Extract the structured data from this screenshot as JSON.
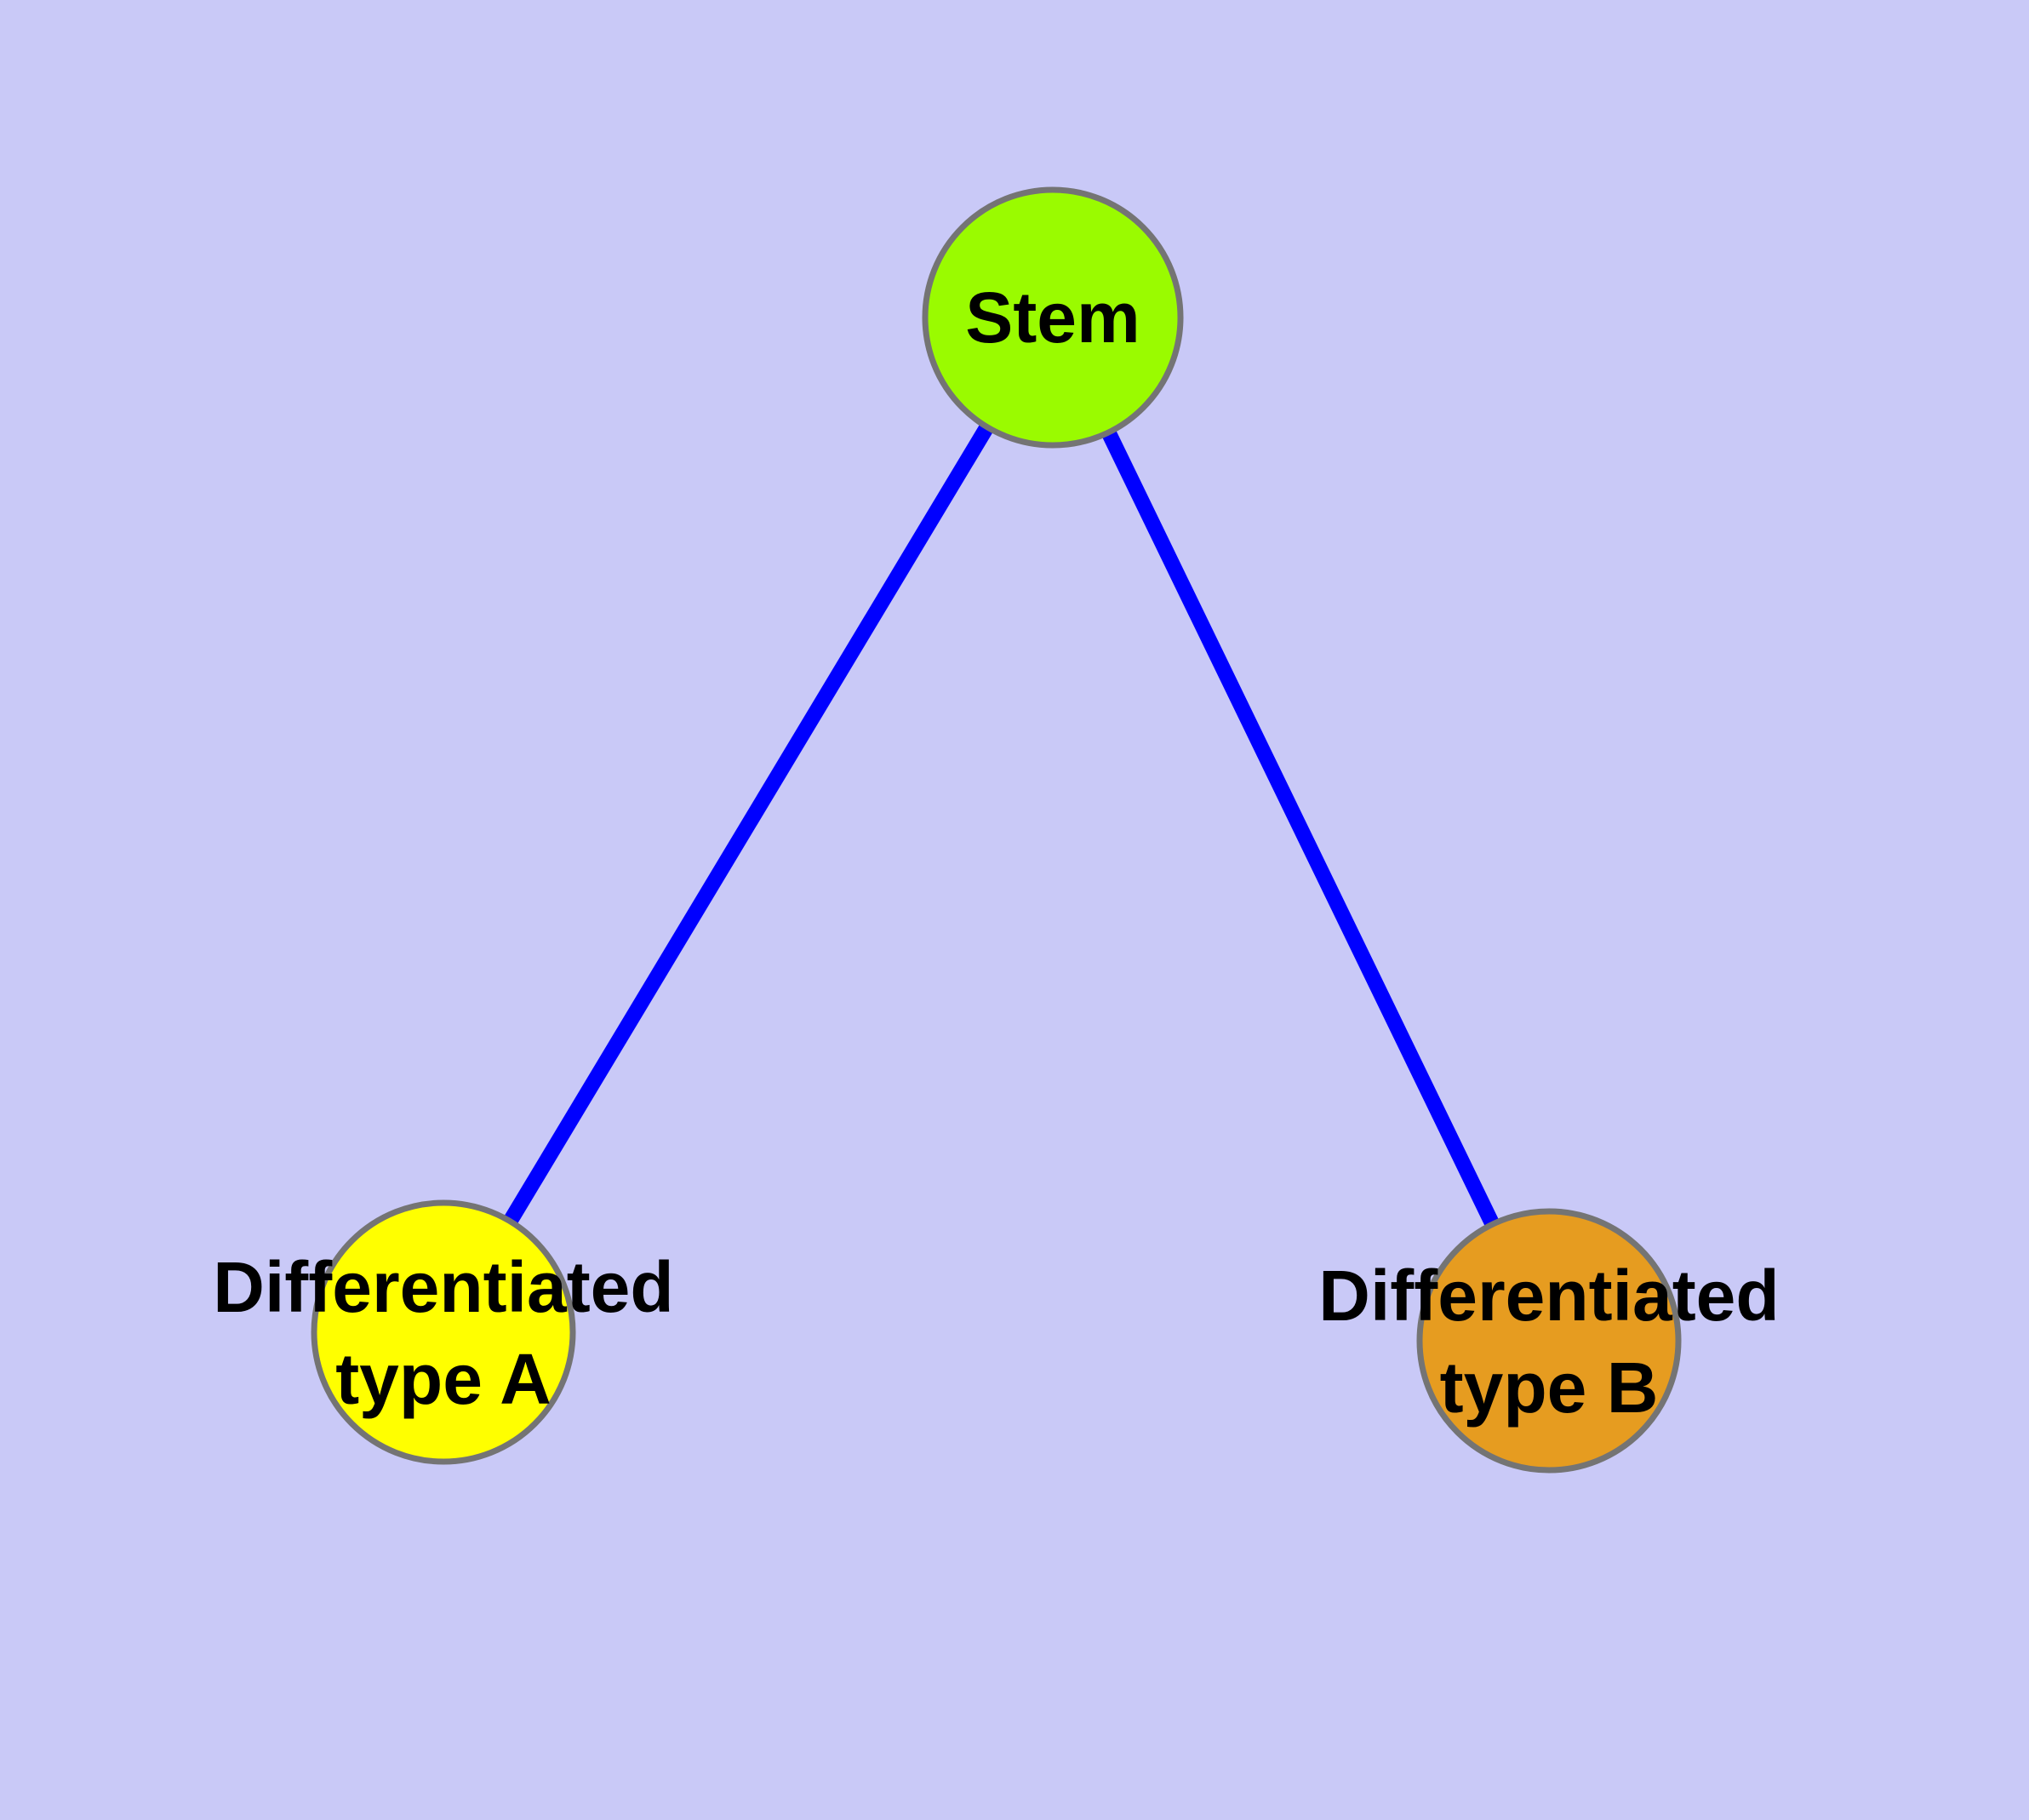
{
  "diagram": {
    "title": "",
    "background_color": "#C9C9F7",
    "edge_color": "#0000FF",
    "node_stroke_color": "#747474",
    "text_color": "#000000",
    "nodes": [
      {
        "id": "stem",
        "label": "Stem",
        "fill": "#9AFB00"
      },
      {
        "id": "differentiated-type-a",
        "label_line1": "Differentiated",
        "label_line2": "type A",
        "fill": "#FFFF00"
      },
      {
        "id": "differentiated-type-b",
        "label_line1": "Differentiated",
        "label_line2": "type B",
        "fill": "#E69C20"
      }
    ],
    "edges": [
      {
        "from": "stem",
        "to": "differentiated-type-a"
      },
      {
        "from": "stem",
        "to": "differentiated-type-b"
      }
    ]
  }
}
